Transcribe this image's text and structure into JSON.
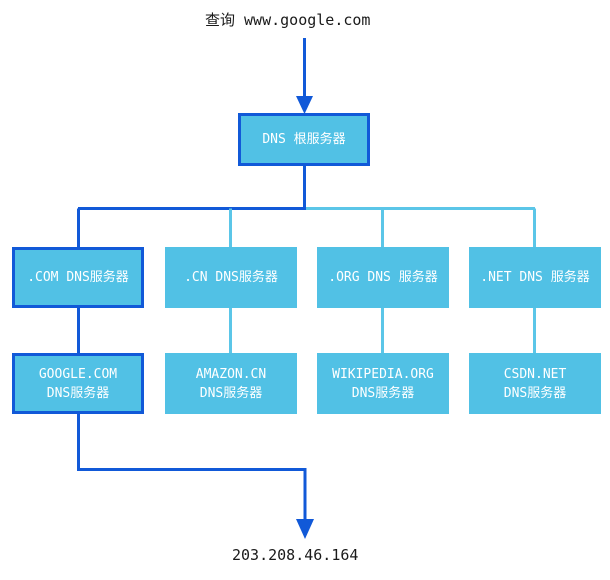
{
  "diagram": {
    "title_query": "查询 www.google.com",
    "result_ip": "203.208.46.164",
    "colors": {
      "node_fill": "#51C1E5",
      "highlight_stroke": "#1159D8",
      "normal_stroke": "#5BC6E8",
      "node_text": "#ffffff",
      "label_text": "#1a1a1a",
      "background": "#ffffff"
    },
    "root": {
      "label": "DNS 根服务器",
      "highlighted": true
    },
    "tld_servers": [
      {
        "label": ".COM DNS服务器",
        "highlighted": true
      },
      {
        "label": ".CN DNS服务器",
        "highlighted": false
      },
      {
        "label": ".ORG DNS 服务器",
        "highlighted": false
      },
      {
        "label": ".NET DNS 服务器",
        "highlighted": false
      }
    ],
    "authoritative_servers": [
      {
        "line1": "GOOGLE.COM",
        "line2": "DNS服务器",
        "highlighted": true
      },
      {
        "line1": "AMAZON.CN",
        "line2": "DNS服务器",
        "highlighted": false
      },
      {
        "line1": "WIKIPEDIA.ORG",
        "line2": "DNS服务器",
        "highlighted": false
      },
      {
        "line1": "CSDN.NET",
        "line2": "DNS服务器",
        "highlighted": false
      }
    ]
  }
}
